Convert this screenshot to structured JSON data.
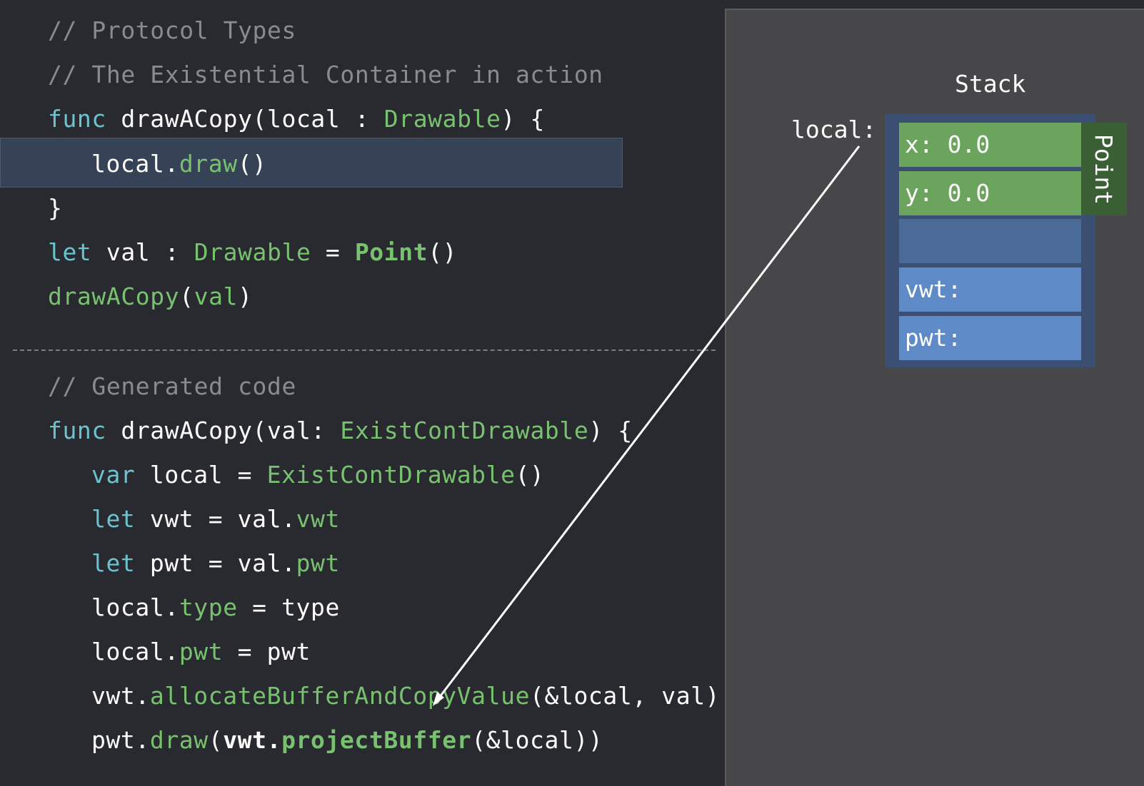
{
  "code_top": {
    "comment1": "// Protocol Types",
    "comment2": "// The Existential Container in action",
    "l3": {
      "kw": "func",
      "name": " drawACopy(local : ",
      "type": "Drawable",
      "end": ") {"
    },
    "l4": {
      "obj": "local.",
      "method": "draw",
      "end": "()"
    },
    "l5": "}",
    "l6": {
      "kw": "let",
      "mid": " val : ",
      "type": "Drawable",
      "eq": " = ",
      "ctor": "Point",
      "end": "()"
    },
    "l7": {
      "fn": "drawACopy",
      "open": "(",
      "arg": "val",
      "close": ")"
    }
  },
  "code_bottom": {
    "comment": "// Generated code",
    "l1": {
      "kw": "func",
      "name": " drawACopy(val: ",
      "type": "ExistContDrawable",
      "end": ") {"
    },
    "l2": {
      "kw": "var",
      "mid": " local = ",
      "type": "ExistContDrawable",
      "end": "()"
    },
    "l3": {
      "kw": "let",
      "mid": " vwt = val.",
      "prop": "vwt"
    },
    "l4": {
      "kw": "let",
      "mid": " pwt = val.",
      "prop": "pwt"
    },
    "l5": {
      "obj": "local.",
      "prop": "type",
      "end": " = type"
    },
    "l6": {
      "obj": "local.",
      "prop": "pwt",
      "end": " = pwt"
    },
    "l7": {
      "obj": "vwt.",
      "method": "allocateBufferAndCopyValue",
      "end": "(&local, val)"
    },
    "l8": {
      "obj": "pwt.",
      "method": "draw",
      "open": "(",
      "bobj": "vwt.",
      "bmethod": "projectBuffer",
      "end": "(&local))"
    }
  },
  "stack": {
    "title": "Stack",
    "local_label": "local:",
    "cells": [
      "x: 0.0",
      "y: 0.0",
      "",
      "vwt:",
      "pwt:"
    ],
    "point_label": "Point"
  }
}
